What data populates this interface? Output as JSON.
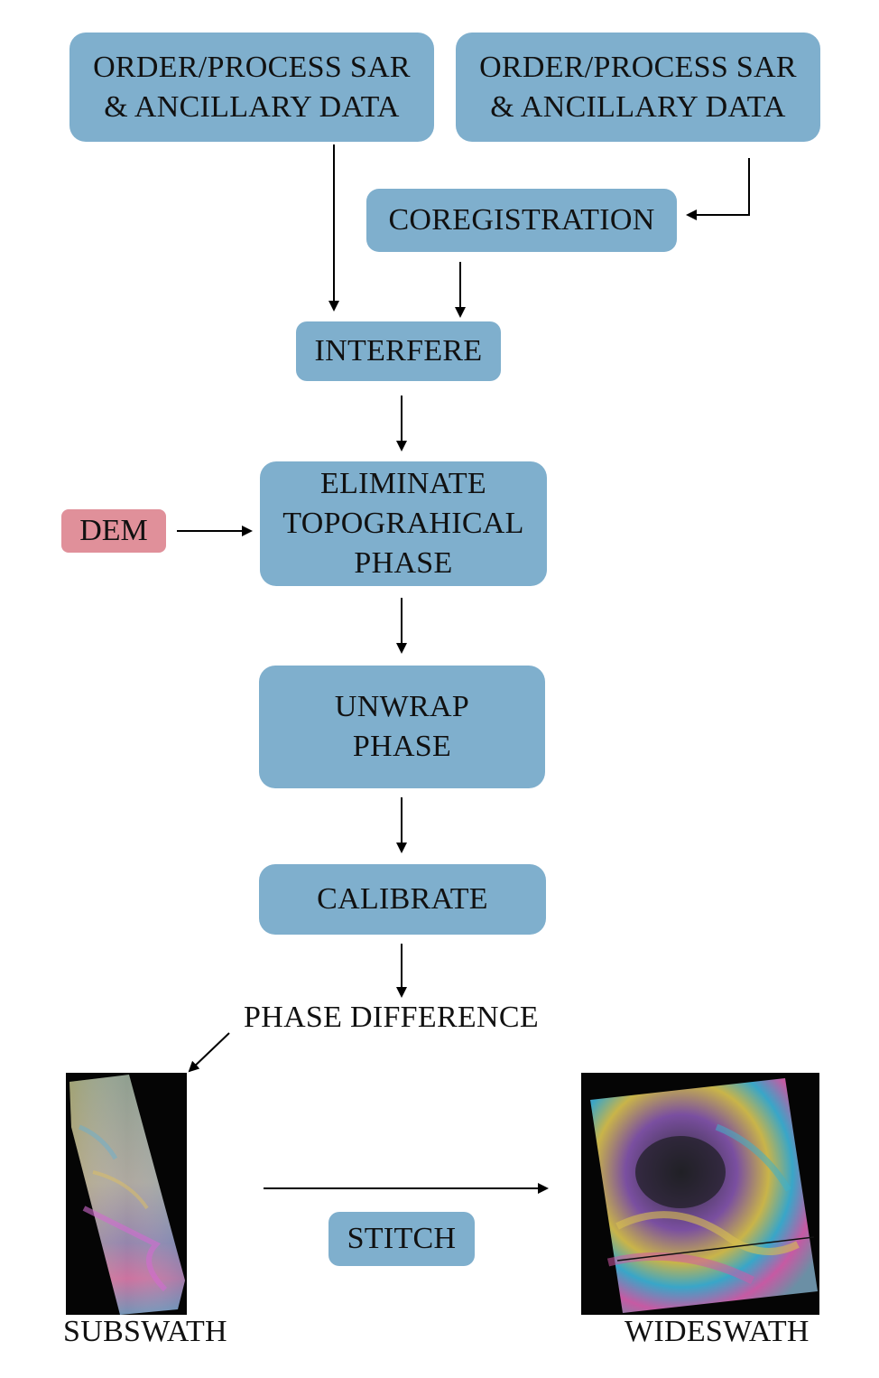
{
  "boxes": {
    "order_left": [
      "ORDER/PROCESS SAR",
      "& ANCILLARY DATA"
    ],
    "order_right": [
      "ORDER/PROCESS SAR",
      "& ANCILLARY DATA"
    ],
    "coregistration": "COREGISTRATION",
    "interfere": "INTERFERE",
    "eliminate": [
      "ELIMINATE",
      "TOPOGRAHICAL",
      "PHASE"
    ],
    "unwrap": [
      "UNWRAP",
      "PHASE"
    ],
    "calibrate": "CALIBRATE",
    "stitch": "STITCH"
  },
  "dem": "DEM",
  "labels": {
    "phase_difference": "PHASE DIFFERENCE",
    "subswath": "SUBSWATH",
    "wideswath": "WIDESWATH"
  },
  "colors": {
    "process_box": "#7fafcd",
    "dem_box": "#e0909a"
  }
}
